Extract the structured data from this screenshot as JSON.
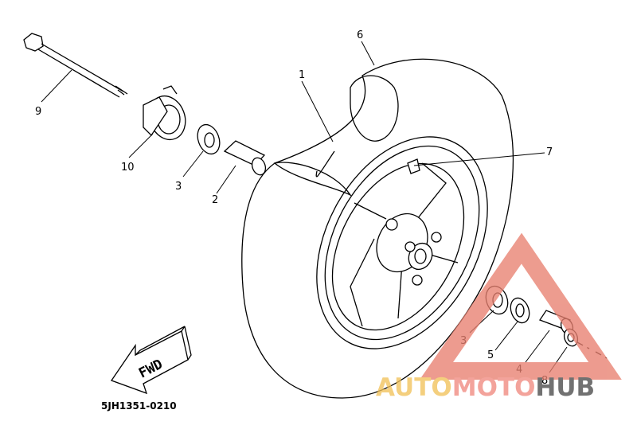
{
  "callouts": {
    "p1": "1",
    "p2": "2",
    "p3": "3",
    "p3b": "3",
    "p4": "4",
    "p5": "5",
    "p6": "6",
    "p7": "7",
    "p8": "8",
    "p9": "9",
    "p10": "10"
  },
  "fwd_label": "FWD",
  "drawing_code": "5JH1351-0210",
  "watermark": {
    "part1": "AUTO",
    "part2": "MOTO",
    "part3": "HUB",
    "colors": {
      "auto": "#f2c25a",
      "moto": "#f08a80",
      "hub": "#4a4a4a",
      "triangle": "#e88070"
    }
  }
}
